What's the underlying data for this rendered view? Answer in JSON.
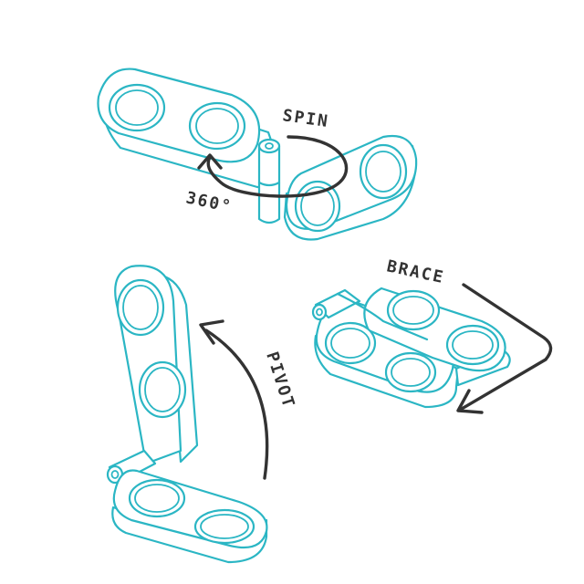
{
  "labels": {
    "spin": "SPIN",
    "rotation": "360°",
    "brace": "BRACE",
    "pivot": "PIVOT"
  },
  "colors": {
    "part_outline": "#2bb6c4",
    "arrow": "#333333",
    "background": "#ffffff"
  }
}
